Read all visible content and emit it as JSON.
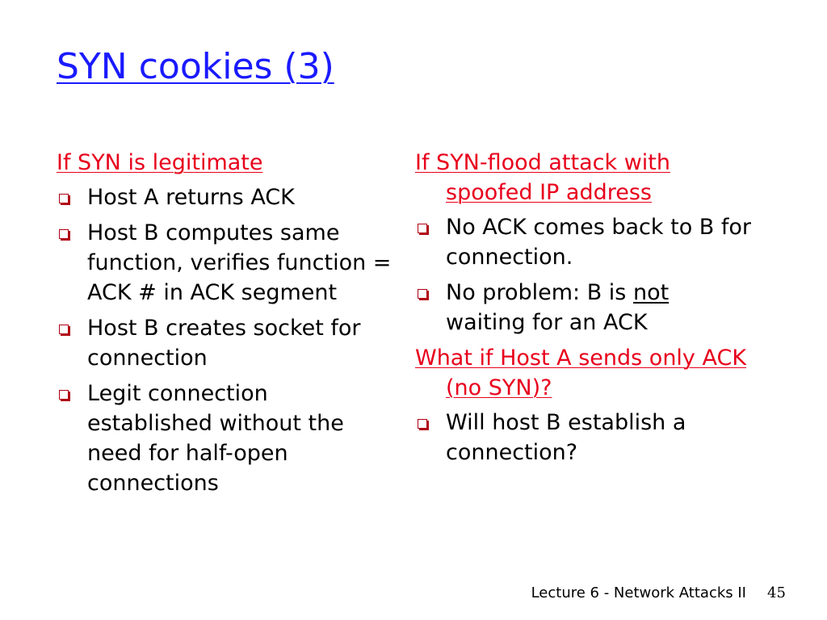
{
  "slide": {
    "title": "SYN cookies (3)",
    "footer": "Lecture 6 - Network Attacks II",
    "page_number": "45",
    "colors": {
      "title": "#1a1aff",
      "heading": "#e8001c",
      "bullet_box": "#b00015",
      "text": "#000000",
      "background": "#ffffff"
    }
  },
  "left": {
    "heading": "If SYN is legitimate",
    "bullets": [
      "Host A returns ACK",
      "Host B computes same function, verifies function = ACK # in ACK segment",
      "Host B creates socket for connection",
      "Legit connection established without the need for half-open connections"
    ]
  },
  "right": {
    "heading1": "If SYN-flood attack with spoofed IP address",
    "bullets1": [
      "No ACK comes back to B for connection.",
      {
        "before": "No problem: B is ",
        "emph": "not",
        "after": " waiting for an ACK"
      }
    ],
    "heading2": "What if Host A sends only ACK (no SYN)?",
    "bullets2": [
      "Will host B establish a connection?"
    ]
  },
  "icons": {
    "bullet": "square-bullet-icon"
  }
}
